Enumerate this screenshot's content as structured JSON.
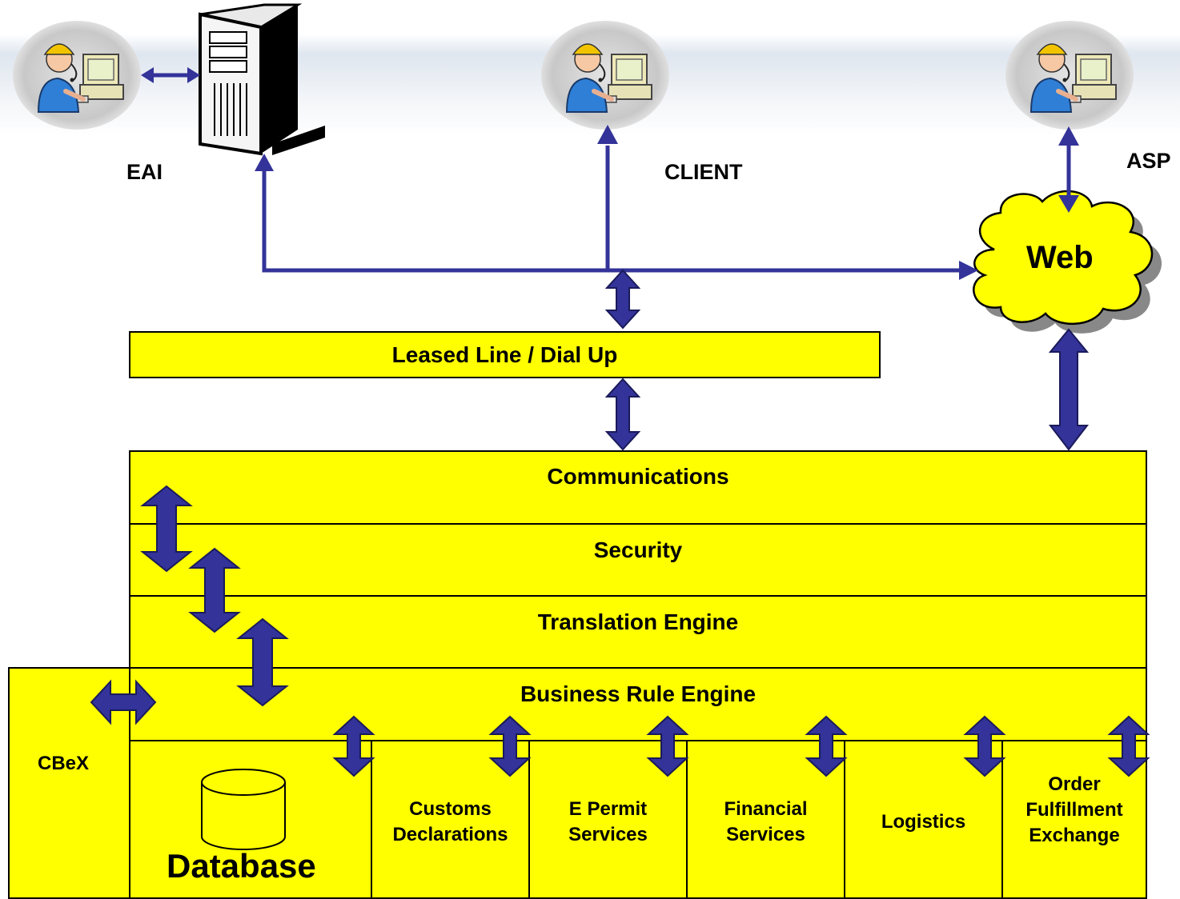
{
  "top": {
    "eai_label": "EAI",
    "client_label": "CLIENT",
    "asp_label": "ASP",
    "web_label": "Web"
  },
  "network": {
    "leased_line_label": "Leased Line / Dial Up"
  },
  "stack": {
    "layers": [
      "Communications",
      "Security",
      "Translation Engine",
      "Business Rule Engine"
    ]
  },
  "modules": {
    "cbex_label": "CBeX",
    "database_label": "Database",
    "items": [
      "Customs\nDeclarations",
      "E Permit\nServices",
      "Financial\nServices",
      "Logistics",
      "Order\nFulfillment\nExchange"
    ]
  },
  "colors": {
    "box_fill": "#ffff00",
    "arrow": "#333399",
    "outline": "#000000"
  }
}
